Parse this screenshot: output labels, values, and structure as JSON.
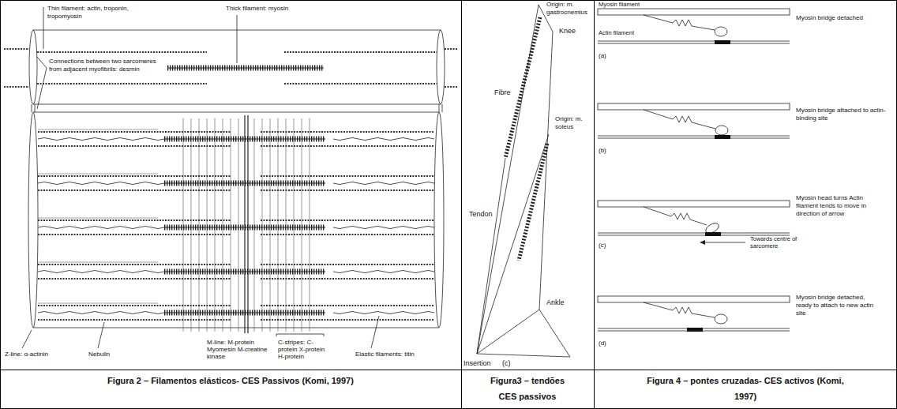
{
  "diagram": {
    "labels": [
      "Thin filament: actin, troponin, tropomyosin",
      "Thick filament: myosin",
      "Connections between two sarcomeres from adjacent myofibrils: desmin",
      "Z-line: α-actinin",
      "Nebulin",
      "M-line: M-protein Myomesin M-creatine kinase",
      "C-stripes: C-protein X-protein H-protein",
      "Elastic filaments: titin",
      "Origin: m. gastrocnemius",
      "Knee",
      "Fibre",
      "Origin: m. soleus",
      "Tendon",
      "Ankle",
      "Insertion",
      "(c)",
      "Myosin filament",
      "Actin filament",
      "Myosin bridge detached",
      "(a)",
      "Myosin bridge attached to actin-binding site",
      "(b)",
      "Myosin head turns Actin filament tends to move in direction of arrow",
      "Towards centre of sarcomere",
      "(c)",
      "Myosin bridge detached, ready to attach to new actin site",
      "(d)",
      "Figura 2 – Filamentos elásticos- CES Passivos (Komi, 1997)",
      "Figura3 – tendões CES passivos",
      "Figura 4 – pontes cruzadas- CES activos (Komi, 1997)"
    ]
  }
}
